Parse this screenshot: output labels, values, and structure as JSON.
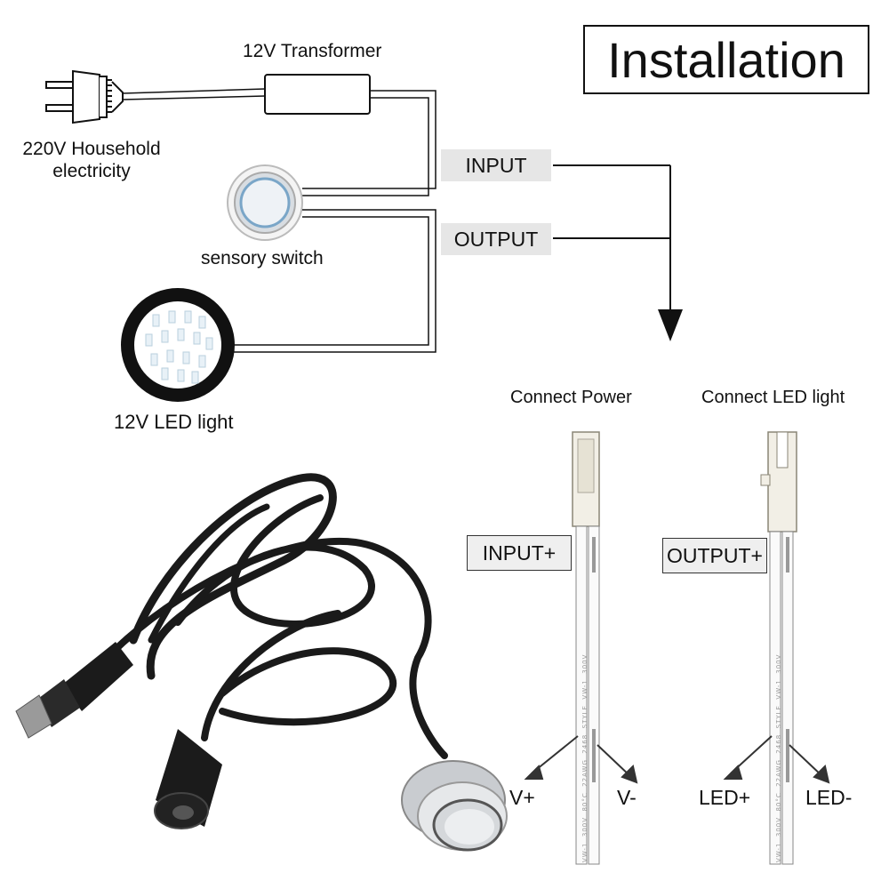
{
  "title": "Installation",
  "labels": {
    "transformer": "12V Transformer",
    "household_line1": "220V Household",
    "household_line2": "electricity",
    "sensory_switch": "sensory switch",
    "led_light": "12V LED light",
    "input": "INPUT",
    "output": "OUTPUT",
    "connect_power": "Connect Power",
    "connect_led": "Connect LED light",
    "input_plus": "INPUT+",
    "output_plus": "OUTPUT+",
    "v_plus": "V+",
    "v_minus": "V-",
    "led_plus": "LED+",
    "led_minus": "LED-"
  },
  "cable_print": [
    "VW-1",
    "300V",
    "80°C",
    "22AWG",
    "2468",
    "STYLE",
    "VW-1",
    "300V"
  ],
  "colors": {
    "line": "#111111",
    "tag_bg": "#e6e6e6",
    "connector": "#f2efe6",
    "cable": "#1a1a1a"
  }
}
